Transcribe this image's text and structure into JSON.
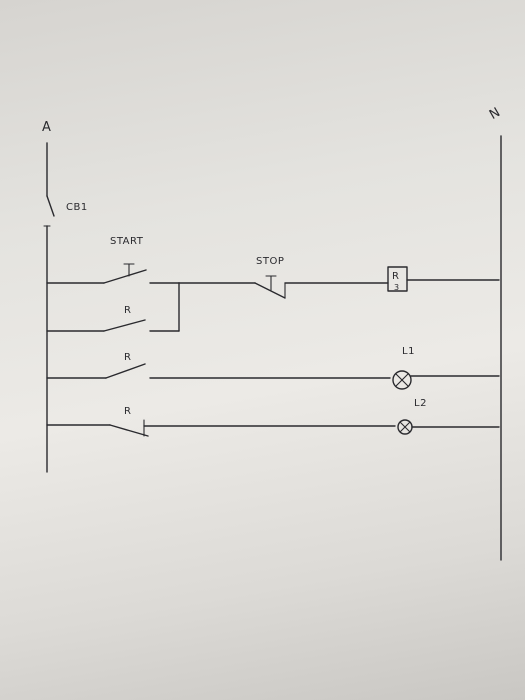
{
  "diagram": {
    "rails": {
      "left_label": "A",
      "right_label": "N"
    },
    "breaker": {
      "label": "CB1"
    },
    "rungs": [
      {
        "contact_label": "START",
        "contact_type": "pushbutton-no",
        "stop_label": "STOP",
        "stop_type": "pushbutton-nc",
        "load": "relay-coil",
        "load_label": "R",
        "load_sub": "3"
      },
      {
        "contact_label": "R",
        "contact_type": "no-contact"
      },
      {
        "contact_label": "R",
        "contact_type": "no-contact",
        "load": "lamp",
        "load_label": "L1"
      },
      {
        "contact_label": "R",
        "contact_type": "nc-contact",
        "load": "lamp",
        "load_label": "L2"
      }
    ],
    "colors": {
      "ink": "#2a2a2e",
      "paper": "#e4e3df"
    }
  }
}
